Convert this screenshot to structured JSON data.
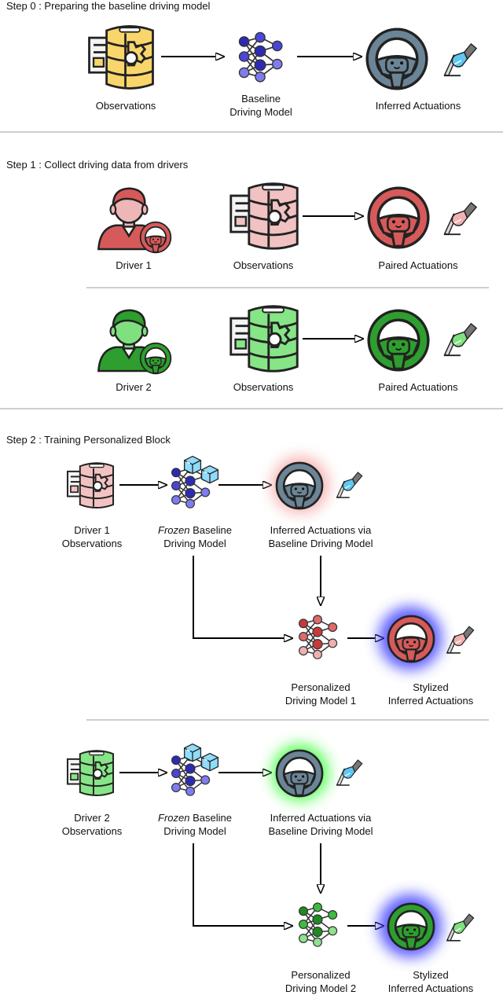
{
  "steps": {
    "step0": "Step 0 : Preparing the baseline driving model",
    "step1": "Step 1 : Collect driving data from drivers",
    "step2": "Step 2 : Training Personalized Block"
  },
  "step0": {
    "observations": "Observations",
    "model_line1": "Baseline",
    "model_line2": "Driving Model",
    "output": "Inferred Actuations"
  },
  "step1": {
    "driver1": "Driver 1",
    "obs1": "Observations",
    "out1": "Paired Actuations",
    "driver2": "Driver 2",
    "obs2": "Observations",
    "out2": "Paired Actuations"
  },
  "step2": {
    "a": {
      "obs_line1": "Driver 1",
      "obs_line2": "Observations",
      "frozen_italic": "Frozen",
      "frozen_rest": " Baseline",
      "frozen_line2": "Driving Model",
      "inferred_line1": "Inferred Actuations via",
      "inferred_line2": "Baseline Driving Model",
      "pers_line1": "Personalized",
      "pers_line2": "Driving Model 1",
      "styl_line1": "Stylized",
      "styl_line2": "Inferred Actuations"
    },
    "b": {
      "obs_line1": "Driver 2",
      "obs_line2": "Observations",
      "frozen_italic": "Frozen",
      "frozen_rest": " Baseline",
      "frozen_line2": "Driving Model",
      "inferred_line1": "Inferred Actuations via",
      "inferred_line2": "Baseline Driving Model",
      "pers_line1": "Personalized",
      "pers_line2": "Driving Model 2",
      "styl_line1": "Stylized",
      "styl_line2": "Inferred Actuations"
    }
  },
  "colors": {
    "baseline_db": "#f9d66b",
    "baseline_net": "#2d2ab3",
    "baseline_wheel": "#6b8596",
    "driver1": "#d65a5a",
    "driver1_light": "#eeb6b6",
    "driver2": "#2e9e2e",
    "driver2_light": "#7fe07f",
    "frozen_ice": "#7fd3f7",
    "glow_red": "#f5a5a5",
    "glow_green": "#37ff37",
    "glow_blue": "#3a3aff"
  }
}
